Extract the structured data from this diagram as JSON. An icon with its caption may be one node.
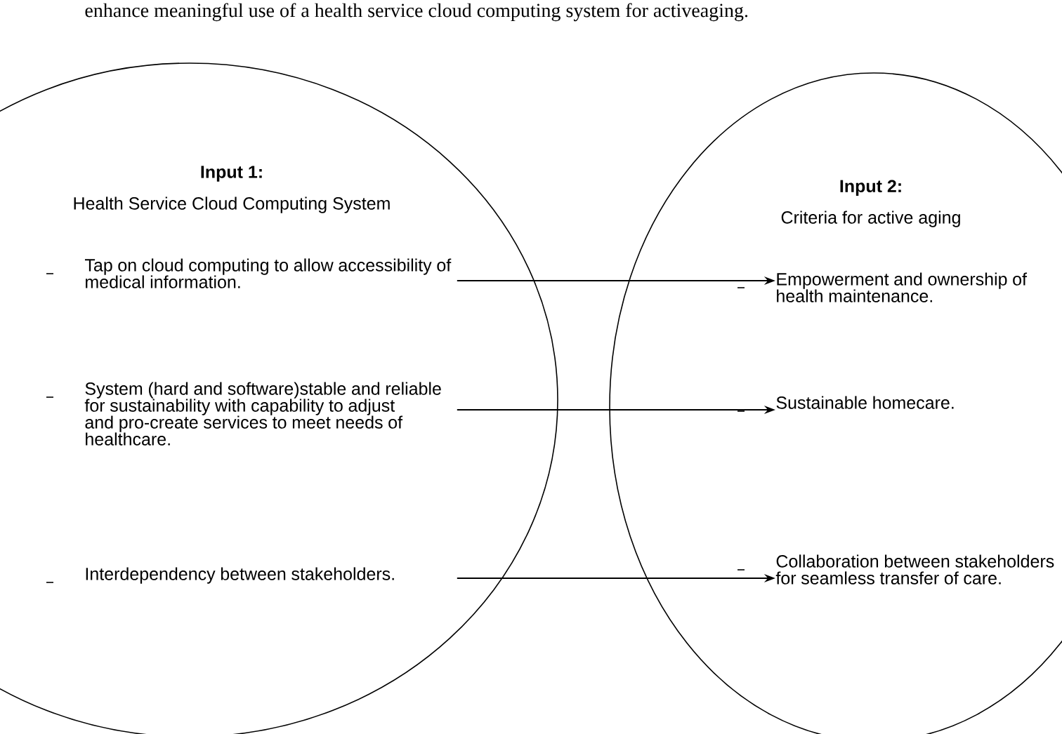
{
  "diagram": {
    "nodes": [
      {
        "text": [
          "Input 1:",
          "Health Service Cloud Computing System"
        ]
      },
      {
        "text": [
          "Tap on cloud computing to allow accessibility of medical information."
        ],
        "in": 0
      },
      {
        "text": [
          "System (hard and software)stable and reliable for sustainability with capability to adjust and pro-create services to meet needs of healthcare."
        ],
        "in": 0
      },
      {
        "text": [
          "Interdependency between stakeholders."
        ],
        "in": 0
      },
      {
        "text": [
          "Input 2:",
          "Criteria for active aging"
        ]
      },
      {
        "text": [
          "Empowerment and ownership of health maintenance."
        ],
        "in": 4
      },
      {
        "text": [
          "Sustainable homecare."
        ],
        "in": 4
      },
      {
        "text": [
          "Collaboration between stakeholders for seamless transfer of care."
        ],
        "in": 4
      }
    ],
    "edges": [
      {
        "from": 1,
        "to": 5,
        "arrow": "to"
      },
      {
        "from": 2,
        "to": 6,
        "arrow": "to"
      },
      {
        "from": 3,
        "to": 7,
        "arrow": "to"
      }
    ],
    "labels": [
      "enhance meaningful use of a health service cloud computing system for activeaging."
    ]
  }
}
